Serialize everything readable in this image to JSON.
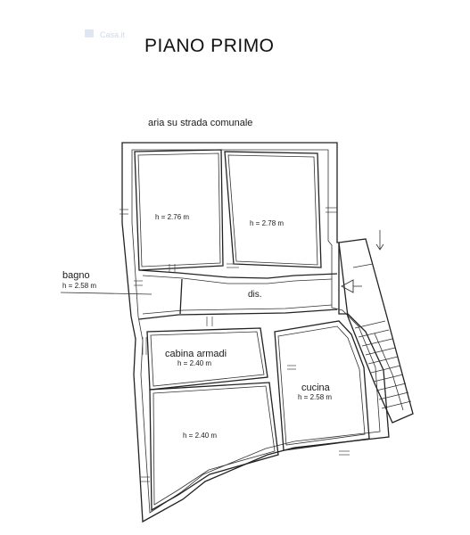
{
  "watermark": "Casa.it",
  "title": "PIANO PRIMO",
  "street_note": "aria su strada comunale",
  "rooms": [
    {
      "name": "",
      "height": "h = 2.76 m"
    },
    {
      "name": "",
      "height": "h = 2.78 m"
    },
    {
      "name": "bagno",
      "height": "h = 2.58 m"
    },
    {
      "name": "dis.",
      "height": ""
    },
    {
      "name": "cabina armadi",
      "height": "h = 2.40 m"
    },
    {
      "name": "",
      "height": "h = 2.40 m"
    },
    {
      "name": "cucina",
      "height": "h = 2.58 m"
    }
  ]
}
